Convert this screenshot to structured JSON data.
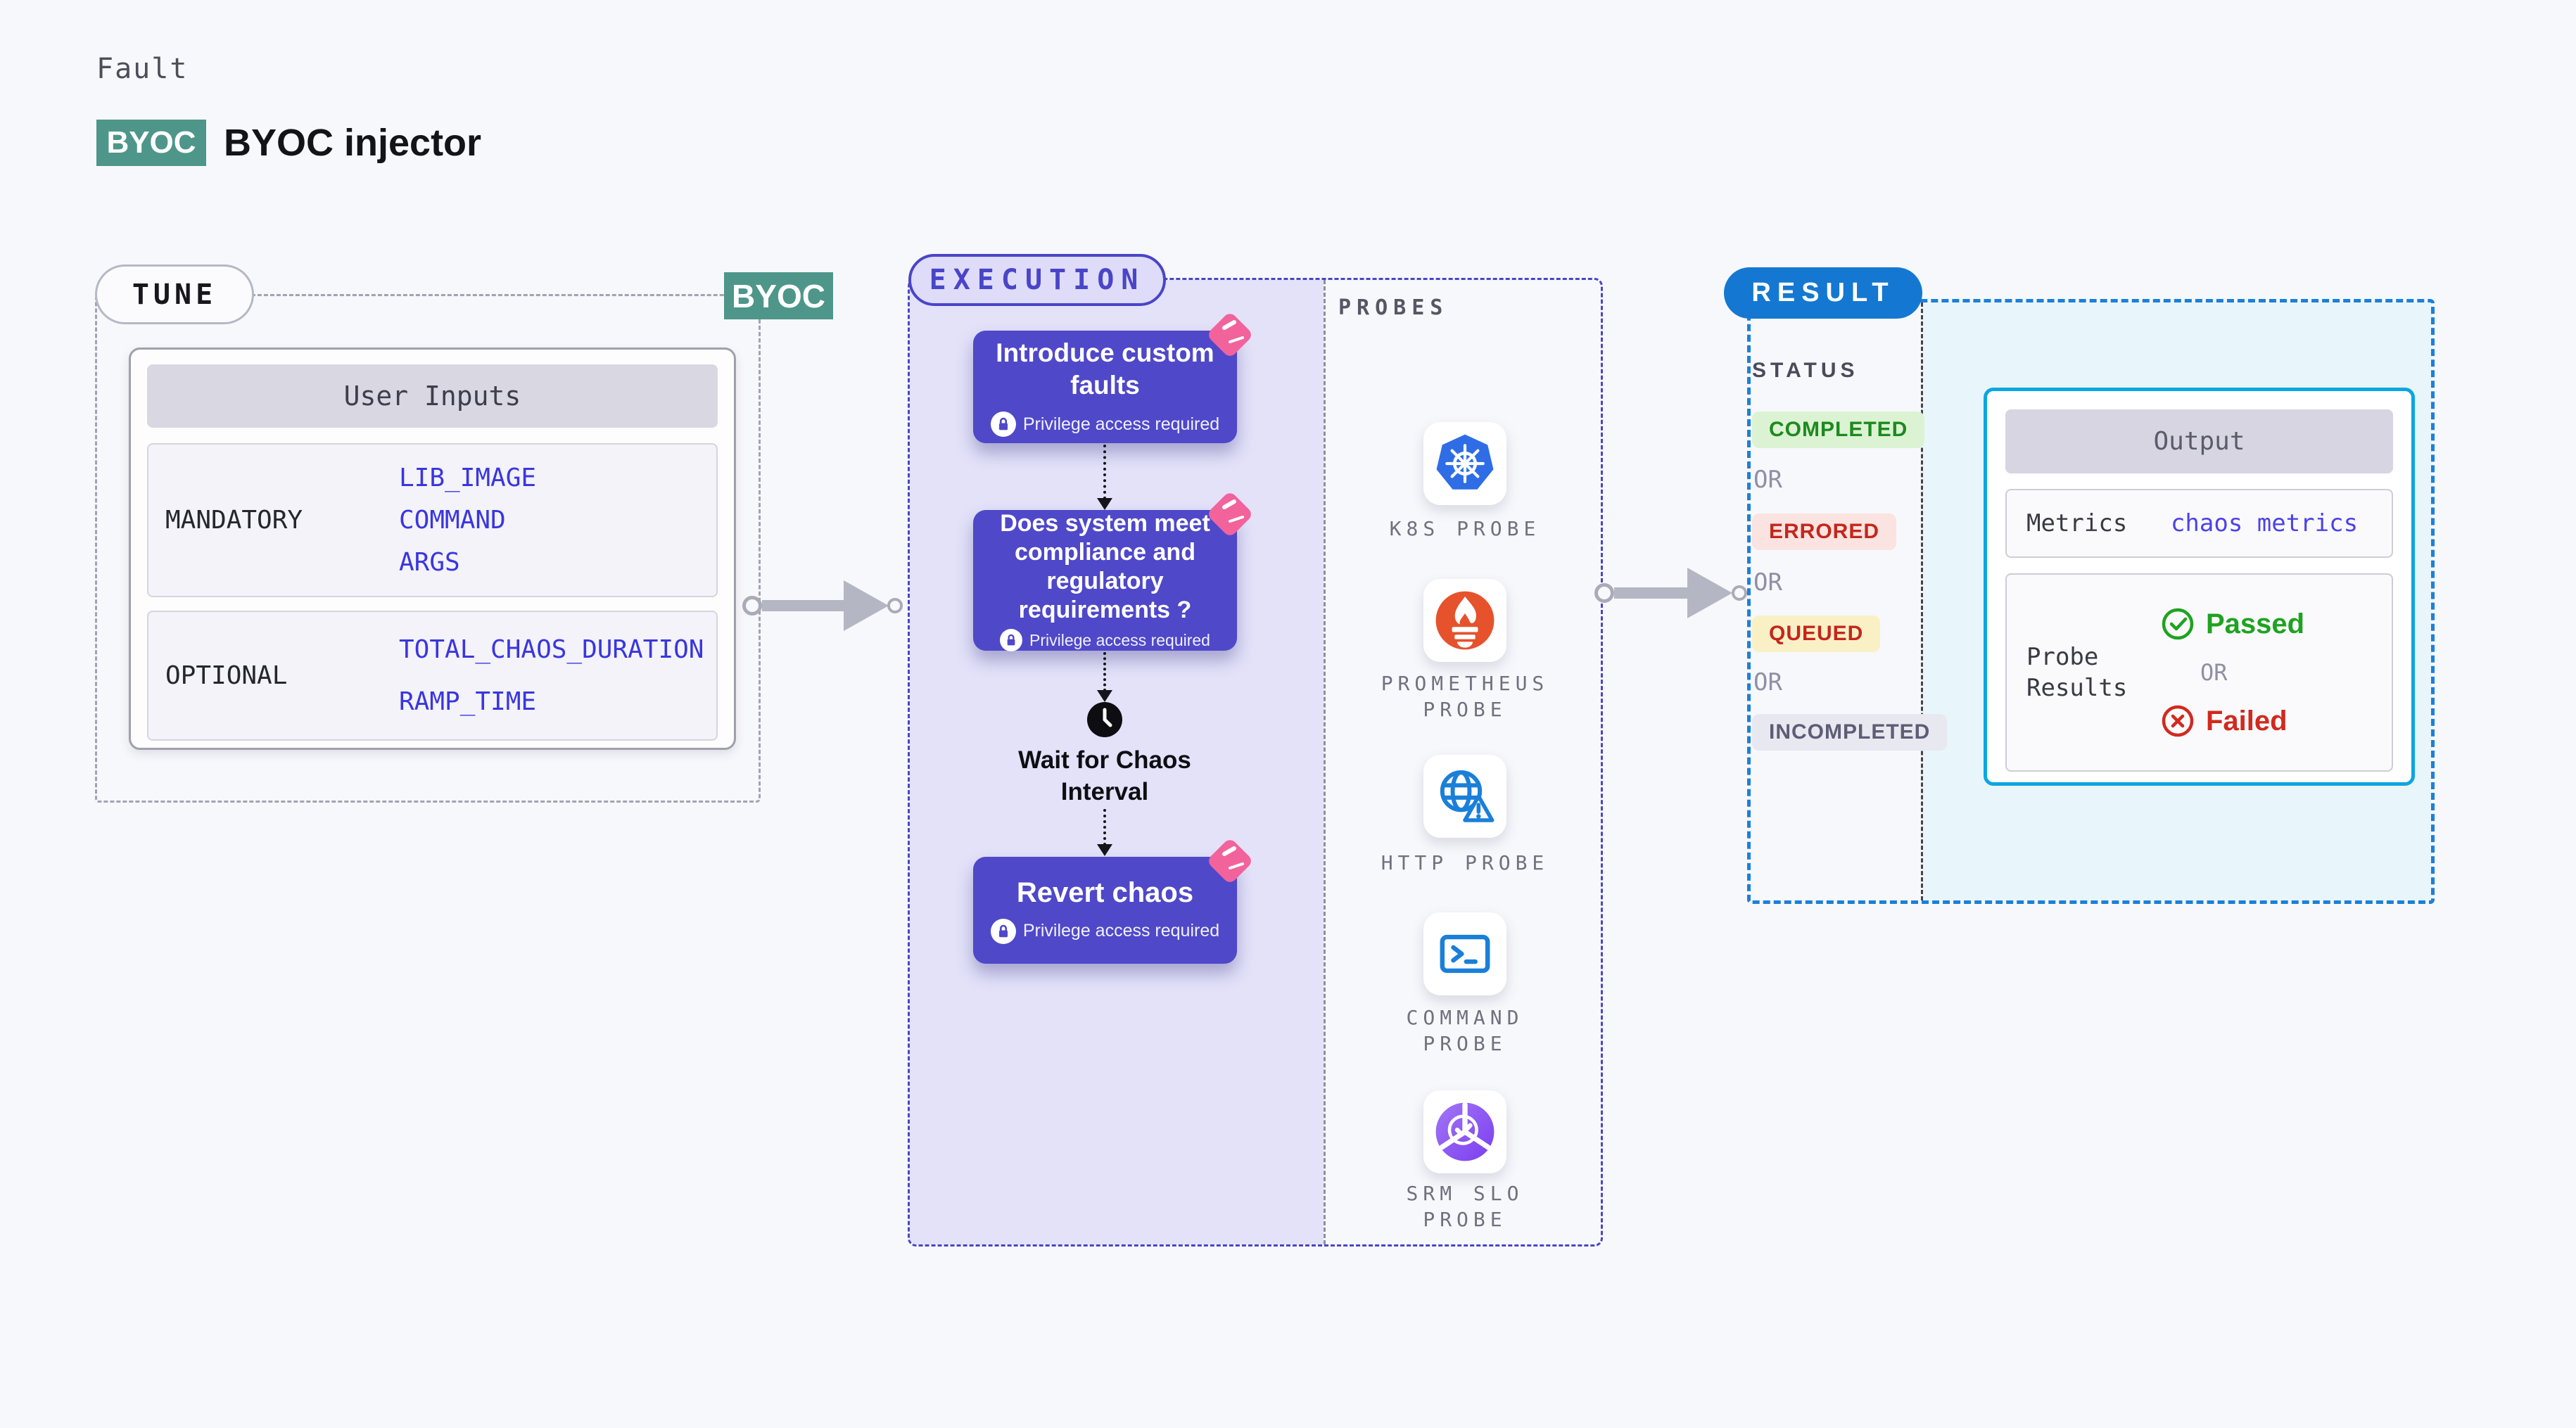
{
  "header": {
    "eyebrow": "Fault",
    "badge": "BYOC",
    "title": "BYOC injector"
  },
  "tune": {
    "label": "TUNE",
    "corner_badge": "BYOC",
    "table": {
      "header": "User Inputs",
      "rows": [
        {
          "label": "MANDATORY",
          "values": [
            "LIB_IMAGE",
            "COMMAND",
            "ARGS"
          ]
        },
        {
          "label": "OPTIONAL",
          "values": [
            "TOTAL_CHAOS_DURATION",
            "RAMP_TIME"
          ]
        }
      ]
    }
  },
  "execution": {
    "label": "EXECUTION",
    "privilege_note": "Privilege access required",
    "nodes": [
      {
        "title_lines": [
          "Introduce custom",
          "faults"
        ]
      },
      {
        "title_lines": [
          "Does system meet",
          "compliance and",
          "regulatory",
          "requirements ?"
        ]
      },
      {
        "title_lines": [
          "Revert chaos"
        ]
      }
    ],
    "wait_step": {
      "lines": [
        "Wait for Chaos",
        "Interval"
      ]
    }
  },
  "probes": {
    "label": "PROBES",
    "items": [
      {
        "icon": "kubernetes-icon",
        "lines": [
          "K8S PROBE"
        ]
      },
      {
        "icon": "prometheus-icon",
        "lines": [
          "PROMETHEUS",
          "PROBE"
        ]
      },
      {
        "icon": "http-icon",
        "lines": [
          "HTTP PROBE"
        ]
      },
      {
        "icon": "command-icon",
        "lines": [
          "COMMAND",
          "PROBE"
        ]
      },
      {
        "icon": "srm-slo-icon",
        "lines": [
          "SRM SLO",
          "PROBE"
        ]
      }
    ]
  },
  "result": {
    "label": "RESULT",
    "status": {
      "heading": "STATUS",
      "separator": "OR",
      "badges": [
        {
          "text": "COMPLETED",
          "bg": "#dcf3d3",
          "color": "#1c8a1e"
        },
        {
          "text": "ERRORED",
          "bg": "#fae3e1",
          "color": "#c3271b"
        },
        {
          "text": "QUEUED",
          "bg": "#faf0c6",
          "color": "#c3271b"
        },
        {
          "text": "INCOMPLETED",
          "bg": "#e8e8f1",
          "color": "#5d5d75"
        }
      ]
    },
    "output": {
      "header": "Output",
      "metrics_label": "Metrics",
      "metrics_value": "chaos metrics",
      "probe_results_lines": [
        "Probe",
        "Results"
      ],
      "passed": "Passed",
      "or": "OR",
      "failed": "Failed"
    }
  },
  "colors": {
    "accent_indigo": "#4f48c9",
    "accent_teal": "#4e968a",
    "result_blue": "#1478d2",
    "output_cyan": "#0ba6e1",
    "chaos_pink": "#f2639c",
    "kubernetes_blue": "#2f6de6",
    "prometheus_orange": "#e6522c",
    "http_blue": "#1a7fd9",
    "srm_purple": "#7b3df0",
    "passed_green": "#1ea320",
    "failed_red": "#d2291d",
    "execution_fill": "#e3e2f9",
    "result_fill": "#e8f6fc"
  }
}
